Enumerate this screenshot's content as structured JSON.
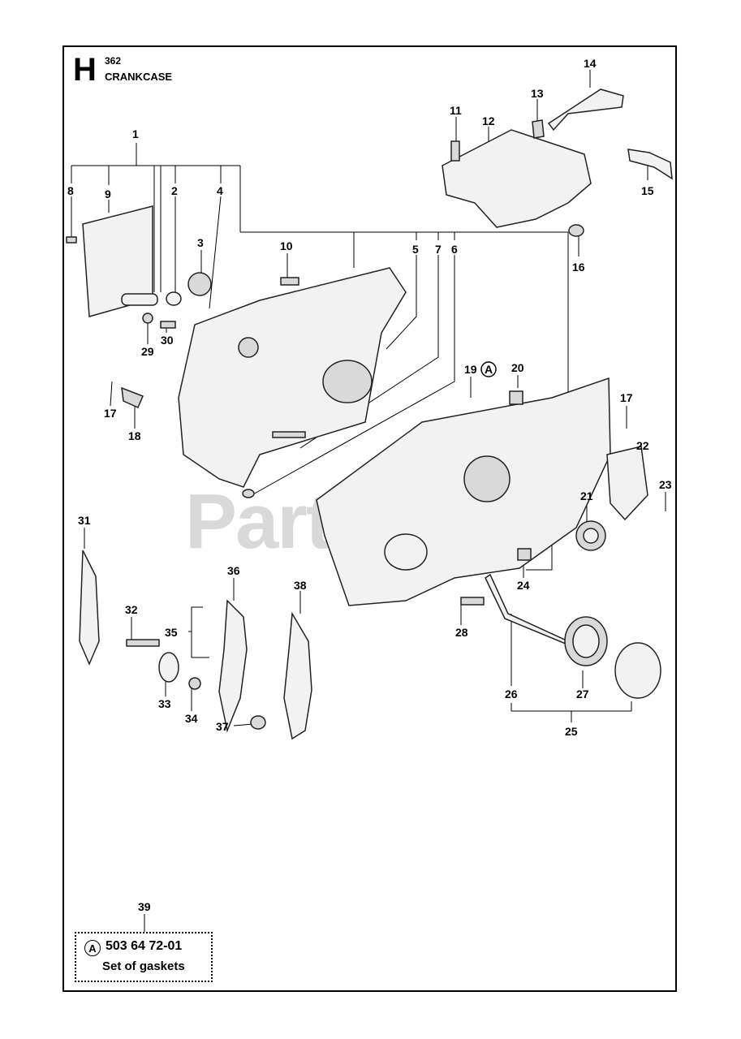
{
  "header": {
    "section_letter": "H",
    "model": "362",
    "title": "CRANKCASE"
  },
  "watermark": {
    "text": "PartsTree",
    "tm": "™"
  },
  "callouts": {
    "c1": "1",
    "c2": "2",
    "c3": "3",
    "c4": "4",
    "c5": "5",
    "c6": "6",
    "c7": "7",
    "c8": "8",
    "c9": "9",
    "c10": "10",
    "c11": "11",
    "c12": "12",
    "c13": "13",
    "c14": "14",
    "c15": "15",
    "c16": "16",
    "c17a": "17",
    "c17b": "17",
    "c18": "18",
    "c19": "19",
    "c19_marker": "A",
    "c20": "20",
    "c21": "21",
    "c22": "22",
    "c23": "23",
    "c24": "24",
    "c25": "25",
    "c26": "26",
    "c27": "27",
    "c28": "28",
    "c29": "29",
    "c30": "30",
    "c31": "31",
    "c32": "32",
    "c33": "33",
    "c34": "34",
    "c35": "35",
    "c36": "36",
    "c37": "37",
    "c38": "38",
    "c39": "39"
  },
  "kit": {
    "marker": "A",
    "part_number": "503 64 72-01",
    "description": "Set of gaskets"
  },
  "colors": {
    "ink": "#000000",
    "part_fill": "#f2f2f2",
    "watermark": "#aaaaaa"
  }
}
